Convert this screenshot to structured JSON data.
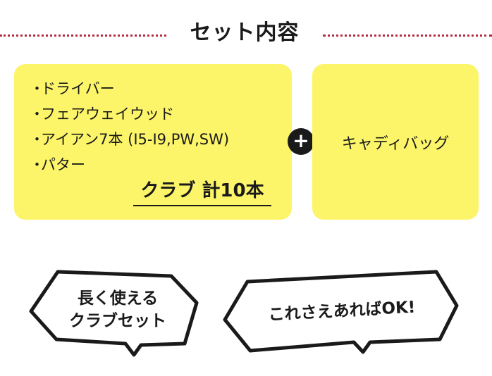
{
  "header": {
    "title": "セット内容"
  },
  "clubs_panel": {
    "items": [
      {
        "bullet": "・",
        "label": "ドライバー"
      },
      {
        "bullet": "・",
        "label": "フェアウェイウッド"
      },
      {
        "bullet": "・",
        "label": "アイアン7本 (I5-I9,PW,SW)"
      },
      {
        "bullet": "・",
        "label": "パター"
      }
    ],
    "total": "クラブ 計10本"
  },
  "plus_sign": "+",
  "bag_panel": {
    "label": "キャディバッグ"
  },
  "bubbles": {
    "left_line1": "長く使える",
    "left_line2": "クラブセット",
    "right_text": "これさえあればOK!"
  },
  "colors": {
    "panel": "#fcf56a",
    "dots": "#b22a3e",
    "ink": "#1a1a1a"
  }
}
